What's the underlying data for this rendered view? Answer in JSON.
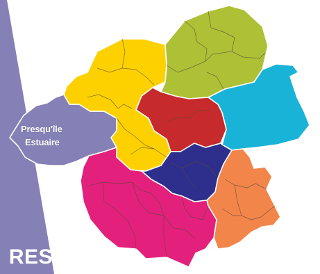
{
  "map": {
    "regions": [
      {
        "id": "presquile-estuaire",
        "label_line1": "Presqu'île",
        "label_line2": "Estuaire",
        "color": "#8580b5"
      },
      {
        "id": "nord-ouest",
        "color": "#fdd100"
      },
      {
        "id": "nord-est",
        "color": "#aec035"
      },
      {
        "id": "est",
        "color": "#1ab3d8"
      },
      {
        "id": "centre",
        "color": "#c62a2c"
      },
      {
        "id": "agglomeration",
        "color": "#2e2e8c"
      },
      {
        "id": "sud-est",
        "color": "#f2854a"
      },
      {
        "id": "sud-ouest",
        "color": "#e3207c"
      }
    ],
    "side_panel_color": "#8580b5",
    "side_panel_text": "RES"
  }
}
